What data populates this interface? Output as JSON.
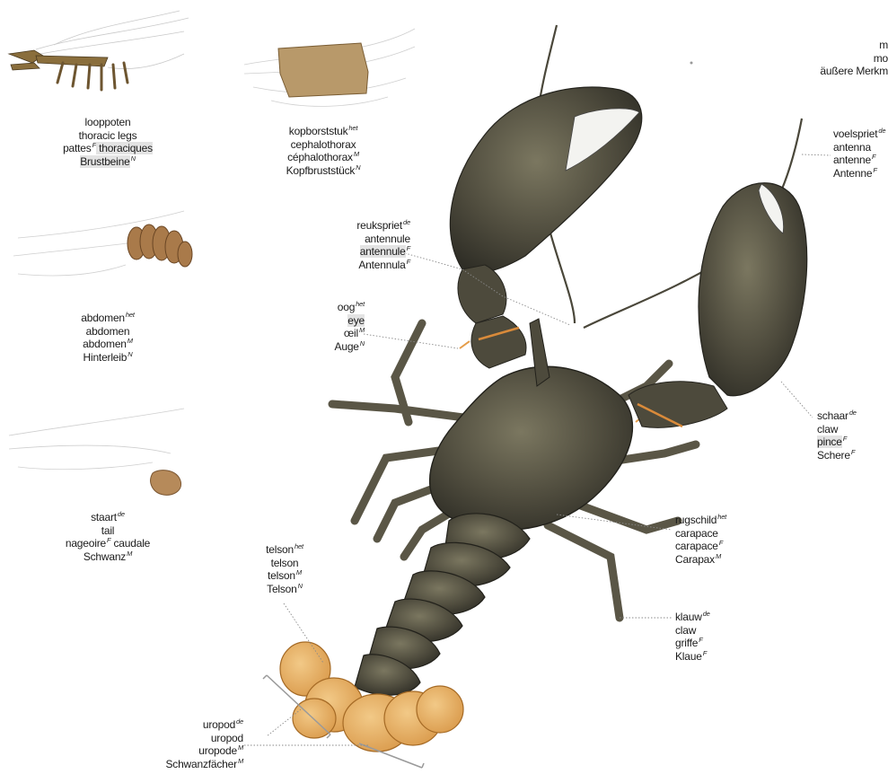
{
  "labels": {
    "thoracic_legs": {
      "lines": [
        {
          "text": "looppoten",
          "sup": ""
        },
        {
          "text": "thoracic legs",
          "sup": ""
        },
        {
          "text": "pattes",
          "sup": "F",
          "after": " thoraciques"
        },
        {
          "text": "Brustbeine",
          "sup": "N"
        }
      ]
    },
    "cephalothorax": {
      "lines": [
        {
          "text": "kopborststuk",
          "sup": "het"
        },
        {
          "text": "cephalothorax",
          "sup": ""
        },
        {
          "text": "céphalothorax",
          "sup": "M"
        },
        {
          "text": "Kopfbruststück",
          "sup": "N"
        }
      ]
    },
    "abdomen": {
      "lines": [
        {
          "text": "abdomen",
          "sup": "het"
        },
        {
          "text": "abdomen",
          "sup": ""
        },
        {
          "text": "abdomen",
          "sup": "M"
        },
        {
          "text": "Hinterleib",
          "sup": "N"
        }
      ]
    },
    "tail": {
      "lines": [
        {
          "text": "staart",
          "sup": "de"
        },
        {
          "text": "tail",
          "sup": ""
        },
        {
          "text": "nageoire",
          "sup": "F",
          "after": " caudale"
        },
        {
          "text": "Schwanz",
          "sup": "M"
        }
      ]
    },
    "antennule": {
      "lines": [
        {
          "text": "reukspriet",
          "sup": "de"
        },
        {
          "text": "antennule",
          "sup": ""
        },
        {
          "text": "antennule",
          "sup": "F"
        },
        {
          "text": "Antennula",
          "sup": "F"
        }
      ]
    },
    "eye": {
      "lines": [
        {
          "text": "oog",
          "sup": "het"
        },
        {
          "text": "eye",
          "sup": ""
        },
        {
          "text": "œil",
          "sup": "M"
        },
        {
          "text": "Auge",
          "sup": "N"
        }
      ]
    },
    "telson": {
      "lines": [
        {
          "text": "telson",
          "sup": "het"
        },
        {
          "text": "telson",
          "sup": ""
        },
        {
          "text": "telson",
          "sup": "M"
        },
        {
          "text": "Telson",
          "sup": "N"
        }
      ]
    },
    "uropod": {
      "lines": [
        {
          "text": "uropod",
          "sup": "de"
        },
        {
          "text": "uropod",
          "sup": ""
        },
        {
          "text": "uropode",
          "sup": "M"
        },
        {
          "text": "Schwanzfächer",
          "sup": "M"
        }
      ]
    },
    "antenna": {
      "lines": [
        {
          "text": "voelspriet",
          "sup": "de"
        },
        {
          "text": "antenna",
          "sup": ""
        },
        {
          "text": "antenne",
          "sup": "F"
        },
        {
          "text": "Antenne",
          "sup": "F"
        }
      ]
    },
    "claw_big": {
      "lines": [
        {
          "text": "schaar",
          "sup": "de"
        },
        {
          "text": "claw",
          "sup": ""
        },
        {
          "text": "pince",
          "sup": "F"
        },
        {
          "text": "Schere",
          "sup": "F"
        }
      ]
    },
    "carapace": {
      "lines": [
        {
          "text": "rugschild",
          "sup": "het"
        },
        {
          "text": "carapace",
          "sup": ""
        },
        {
          "text": "carapace",
          "sup": "F"
        },
        {
          "text": "Carapax",
          "sup": "M"
        }
      ]
    },
    "claw_small": {
      "lines": [
        {
          "text": "klauw",
          "sup": "de"
        },
        {
          "text": "claw",
          "sup": ""
        },
        {
          "text": "griffe",
          "sup": "F"
        },
        {
          "text": "Klaue",
          "sup": "F"
        }
      ]
    },
    "cut_heading": {
      "lines": [
        {
          "text": "m",
          "sup": ""
        },
        {
          "text": "mo",
          "sup": ""
        },
        {
          "text": "äußere Merkm",
          "sup": ""
        }
      ]
    }
  },
  "colors": {
    "shell_dark": "#3b3a30",
    "shell_mid": "#5d5a48",
    "shell_light": "#7b7760",
    "tail_orange": "#e9b368",
    "tail_edge": "#c98a3a",
    "abdomen_brown": "#b07a46",
    "thumb_tan": "#b79a66",
    "leader": "#8a8a8a"
  }
}
